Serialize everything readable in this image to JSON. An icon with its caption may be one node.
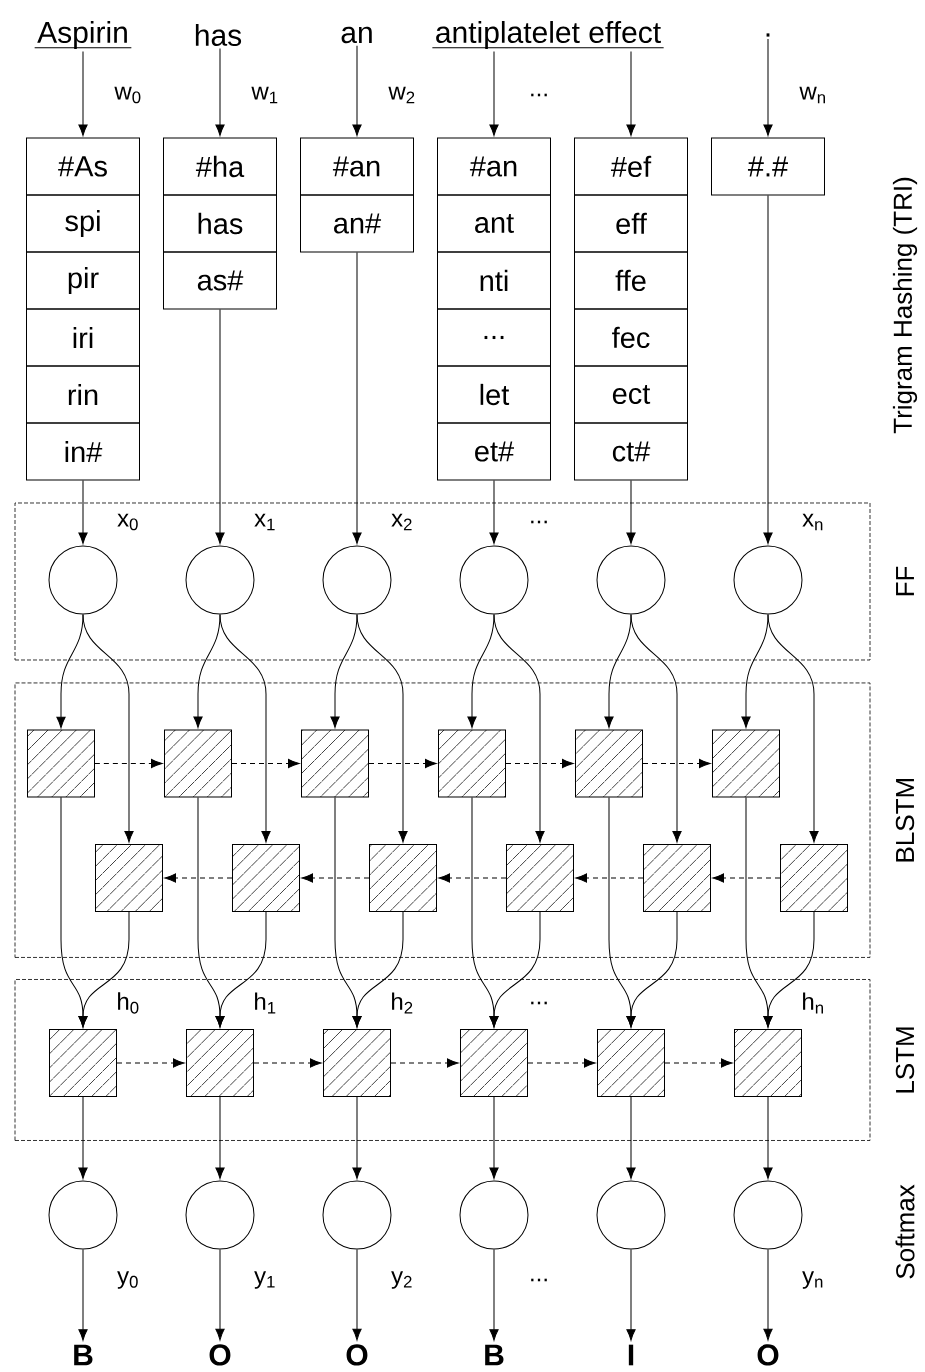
{
  "diagram": {
    "nodes": [
      {
        "text": [
          "Aspirin"
        ]
      },
      {
        "text": [
          "has"
        ]
      },
      {
        "text": [
          "an"
        ]
      },
      {
        "text": [
          "antiplatelet effect"
        ]
      },
      {
        "text": [
          "."
        ]
      },
      {
        "text": [
          "#As"
        ]
      },
      {
        "text": [
          "spi"
        ]
      },
      {
        "text": [
          "pir"
        ]
      },
      {
        "text": [
          "iri"
        ]
      },
      {
        "text": [
          "rin"
        ]
      },
      {
        "text": [
          "in#"
        ]
      },
      {
        "text": [
          "#ha"
        ]
      },
      {
        "text": [
          "has"
        ]
      },
      {
        "text": [
          "as#"
        ]
      },
      {
        "text": [
          "#an"
        ]
      },
      {
        "text": [
          "an#"
        ]
      },
      {
        "text": [
          "#an"
        ]
      },
      {
        "text": [
          "ant"
        ]
      },
      {
        "text": [
          "nti"
        ]
      },
      {
        "text": [
          "..."
        ]
      },
      {
        "text": [
          "let"
        ]
      },
      {
        "text": [
          "et#"
        ]
      },
      {
        "text": [
          "#ef"
        ]
      },
      {
        "text": [
          "eff"
        ]
      },
      {
        "text": [
          "ffe"
        ]
      },
      {
        "text": [
          "fec"
        ]
      },
      {
        "text": [
          "ect"
        ]
      },
      {
        "text": [
          "ct#"
        ]
      },
      {
        "text": [
          "#.#"
        ]
      },
      {
        "text": [
          "FF"
        ]
      },
      {
        "text": [],
        "shape": "circle",
        "in": 29
      },
      {
        "text": [],
        "shape": "circle",
        "in": 29
      },
      {
        "text": [],
        "shape": "circle",
        "in": 29
      },
      {
        "text": [],
        "shape": "circle",
        "in": 29
      },
      {
        "text": [],
        "shape": "circle",
        "in": 29
      },
      {
        "text": [],
        "shape": "circle",
        "in": 29
      },
      {
        "text": [
          "BLSTM"
        ]
      },
      {
        "text": [],
        "shape": "box",
        "in": 36
      },
      {
        "text": [],
        "shape": "box",
        "in": 36
      },
      {
        "text": [],
        "shape": "box",
        "in": 36
      },
      {
        "text": [],
        "shape": "box",
        "in": 36
      },
      {
        "text": [],
        "shape": "box",
        "in": 36
      },
      {
        "text": [],
        "shape": "box",
        "in": 36
      },
      {
        "text": [],
        "shape": "box",
        "in": 36
      },
      {
        "text": [],
        "shape": "box",
        "in": 36
      },
      {
        "text": [],
        "shape": "box",
        "in": 36
      },
      {
        "text": [],
        "shape": "box",
        "in": 36
      },
      {
        "text": [],
        "shape": "box",
        "in": 36
      },
      {
        "text": [],
        "shape": "box",
        "in": 36
      },
      {
        "text": [
          "LSTM"
        ]
      },
      {
        "text": [],
        "shape": "box",
        "in": 49
      },
      {
        "text": [],
        "shape": "box",
        "in": 49
      },
      {
        "text": [],
        "shape": "box",
        "in": 49
      },
      {
        "text": [],
        "shape": "box",
        "in": 49
      },
      {
        "text": [],
        "shape": "box",
        "in": 49
      },
      {
        "text": [],
        "shape": "box",
        "in": 49
      },
      {
        "text": [],
        "shape": "circle"
      },
      {
        "text": [],
        "shape": "circle"
      },
      {
        "text": [],
        "shape": "circle"
      },
      {
        "text": [],
        "shape": "circle"
      },
      {
        "text": [],
        "shape": "circle"
      },
      {
        "text": [],
        "shape": "circle"
      },
      {
        "text": [
          "B"
        ]
      },
      {
        "text": [
          "O"
        ]
      },
      {
        "text": [
          "O"
        ]
      },
      {
        "text": [
          "B"
        ]
      },
      {
        "text": [
          "I"
        ]
      },
      {
        "text": [
          "O"
        ]
      }
    ],
    "edges": [
      {
        "from": 0,
        "to": 5,
        "arrow": "to",
        "label": "w$_{0}$"
      },
      {
        "from": 1,
        "to": 11,
        "arrow": "to",
        "label": "w$_{1}$"
      },
      {
        "from": 2,
        "to": 14,
        "arrow": "to",
        "label": "w$_{2}$"
      },
      {
        "from": 3,
        "to": 16,
        "arrow": "to",
        "label": "..."
      },
      {
        "from": 3,
        "to": 22,
        "arrow": "to"
      },
      {
        "from": 4,
        "to": 28,
        "arrow": "to",
        "label": "w$_{n}$"
      },
      {
        "from": 10,
        "to": 30,
        "arrow": "to",
        "label": "x$_{0}$"
      },
      {
        "from": 13,
        "to": 31,
        "arrow": "to",
        "label": "x$_{1}$"
      },
      {
        "from": 15,
        "to": 32,
        "arrow": "to",
        "label": "x$_{2}$"
      },
      {
        "from": 21,
        "to": 33,
        "arrow": "to",
        "label": "..."
      },
      {
        "from": 27,
        "to": 34,
        "arrow": "to"
      },
      {
        "from": 28,
        "to": 35,
        "arrow": "to",
        "label": "x$_{n}$"
      },
      {
        "from": 30,
        "to": 37,
        "arrow": "to"
      },
      {
        "from": 30,
        "to": 43,
        "arrow": "to"
      },
      {
        "from": 31,
        "to": 38,
        "arrow": "to"
      },
      {
        "from": 31,
        "to": 44,
        "arrow": "to"
      },
      {
        "from": 32,
        "to": 39,
        "arrow": "to"
      },
      {
        "from": 32,
        "to": 45,
        "arrow": "to"
      },
      {
        "from": 33,
        "to": 40,
        "arrow": "to"
      },
      {
        "from": 33,
        "to": 46,
        "arrow": "to"
      },
      {
        "from": 34,
        "to": 41,
        "arrow": "to"
      },
      {
        "from": 34,
        "to": 47,
        "arrow": "to"
      },
      {
        "from": 35,
        "to": 42,
        "arrow": "to"
      },
      {
        "from": 35,
        "to": 48,
        "arrow": "to"
      },
      {
        "from": 37,
        "to": 38,
        "arrow": "to",
        "style": "dashed"
      },
      {
        "from": 38,
        "to": 39,
        "arrow": "to",
        "style": "dashed"
      },
      {
        "from": 39,
        "to": 40,
        "arrow": "to",
        "style": "dashed"
      },
      {
        "from": 40,
        "to": 41,
        "arrow": "to",
        "style": "dashed"
      },
      {
        "from": 41,
        "to": 42,
        "arrow": "to",
        "style": "dashed"
      },
      {
        "from": 44,
        "to": 43,
        "arrow": "to",
        "style": "dashed"
      },
      {
        "from": 45,
        "to": 44,
        "arrow": "to",
        "style": "dashed"
      },
      {
        "from": 46,
        "to": 45,
        "arrow": "to",
        "style": "dashed"
      },
      {
        "from": 47,
        "to": 46,
        "arrow": "to",
        "style": "dashed"
      },
      {
        "from": 48,
        "to": 47,
        "arrow": "to",
        "style": "dashed"
      },
      {
        "from": 37,
        "to": 50,
        "arrow": "to",
        "label": "h$_{0}$"
      },
      {
        "from": 43,
        "to": 50,
        "arrow": "to"
      },
      {
        "from": 38,
        "to": 51,
        "arrow": "to",
        "label": "h$_{1}$"
      },
      {
        "from": 44,
        "to": 51,
        "arrow": "to"
      },
      {
        "from": 39,
        "to": 52,
        "arrow": "to",
        "label": "h$_{2}$"
      },
      {
        "from": 45,
        "to": 52,
        "arrow": "to"
      },
      {
        "from": 40,
        "to": 53,
        "arrow": "to",
        "label": "..."
      },
      {
        "from": 46,
        "to": 53,
        "arrow": "to"
      },
      {
        "from": 41,
        "to": 54,
        "arrow": "to"
      },
      {
        "from": 47,
        "to": 54,
        "arrow": "to"
      },
      {
        "from": 42,
        "to": 55,
        "arrow": "to",
        "label": "h$_{n}$"
      },
      {
        "from": 48,
        "to": 55,
        "arrow": "to"
      },
      {
        "from": 50,
        "to": 51,
        "arrow": "to",
        "style": "dashed"
      },
      {
        "from": 51,
        "to": 52,
        "arrow": "to",
        "style": "dashed"
      },
      {
        "from": 52,
        "to": 53,
        "arrow": "to",
        "style": "dashed"
      },
      {
        "from": 53,
        "to": 54,
        "arrow": "to",
        "style": "dashed"
      },
      {
        "from": 54,
        "to": 55,
        "arrow": "to",
        "style": "dashed"
      },
      {
        "from": 50,
        "to": 56,
        "arrow": "to"
      },
      {
        "from": 51,
        "to": 57,
        "arrow": "to"
      },
      {
        "from": 52,
        "to": 58,
        "arrow": "to"
      },
      {
        "from": 53,
        "to": 59,
        "arrow": "to"
      },
      {
        "from": 54,
        "to": 60,
        "arrow": "to"
      },
      {
        "from": 55,
        "to": 61,
        "arrow": "to"
      },
      {
        "from": 56,
        "to": 62,
        "arrow": "to",
        "label": "y$_{0}$"
      },
      {
        "from": 57,
        "to": 63,
        "arrow": "to",
        "label": "y$_{1}$"
      },
      {
        "from": 58,
        "to": 64,
        "arrow": "to",
        "label": "y$_{2}$"
      },
      {
        "from": 59,
        "to": 65,
        "arrow": "to",
        "label": "..."
      },
      {
        "from": 60,
        "to": 66,
        "arrow": "to"
      },
      {
        "from": 61,
        "to": 67,
        "arrow": "to",
        "label": "y$_{n}$"
      }
    ],
    "labels": [
      "Trigram Hashing (TRI)",
      "Softmax"
    ]
  }
}
